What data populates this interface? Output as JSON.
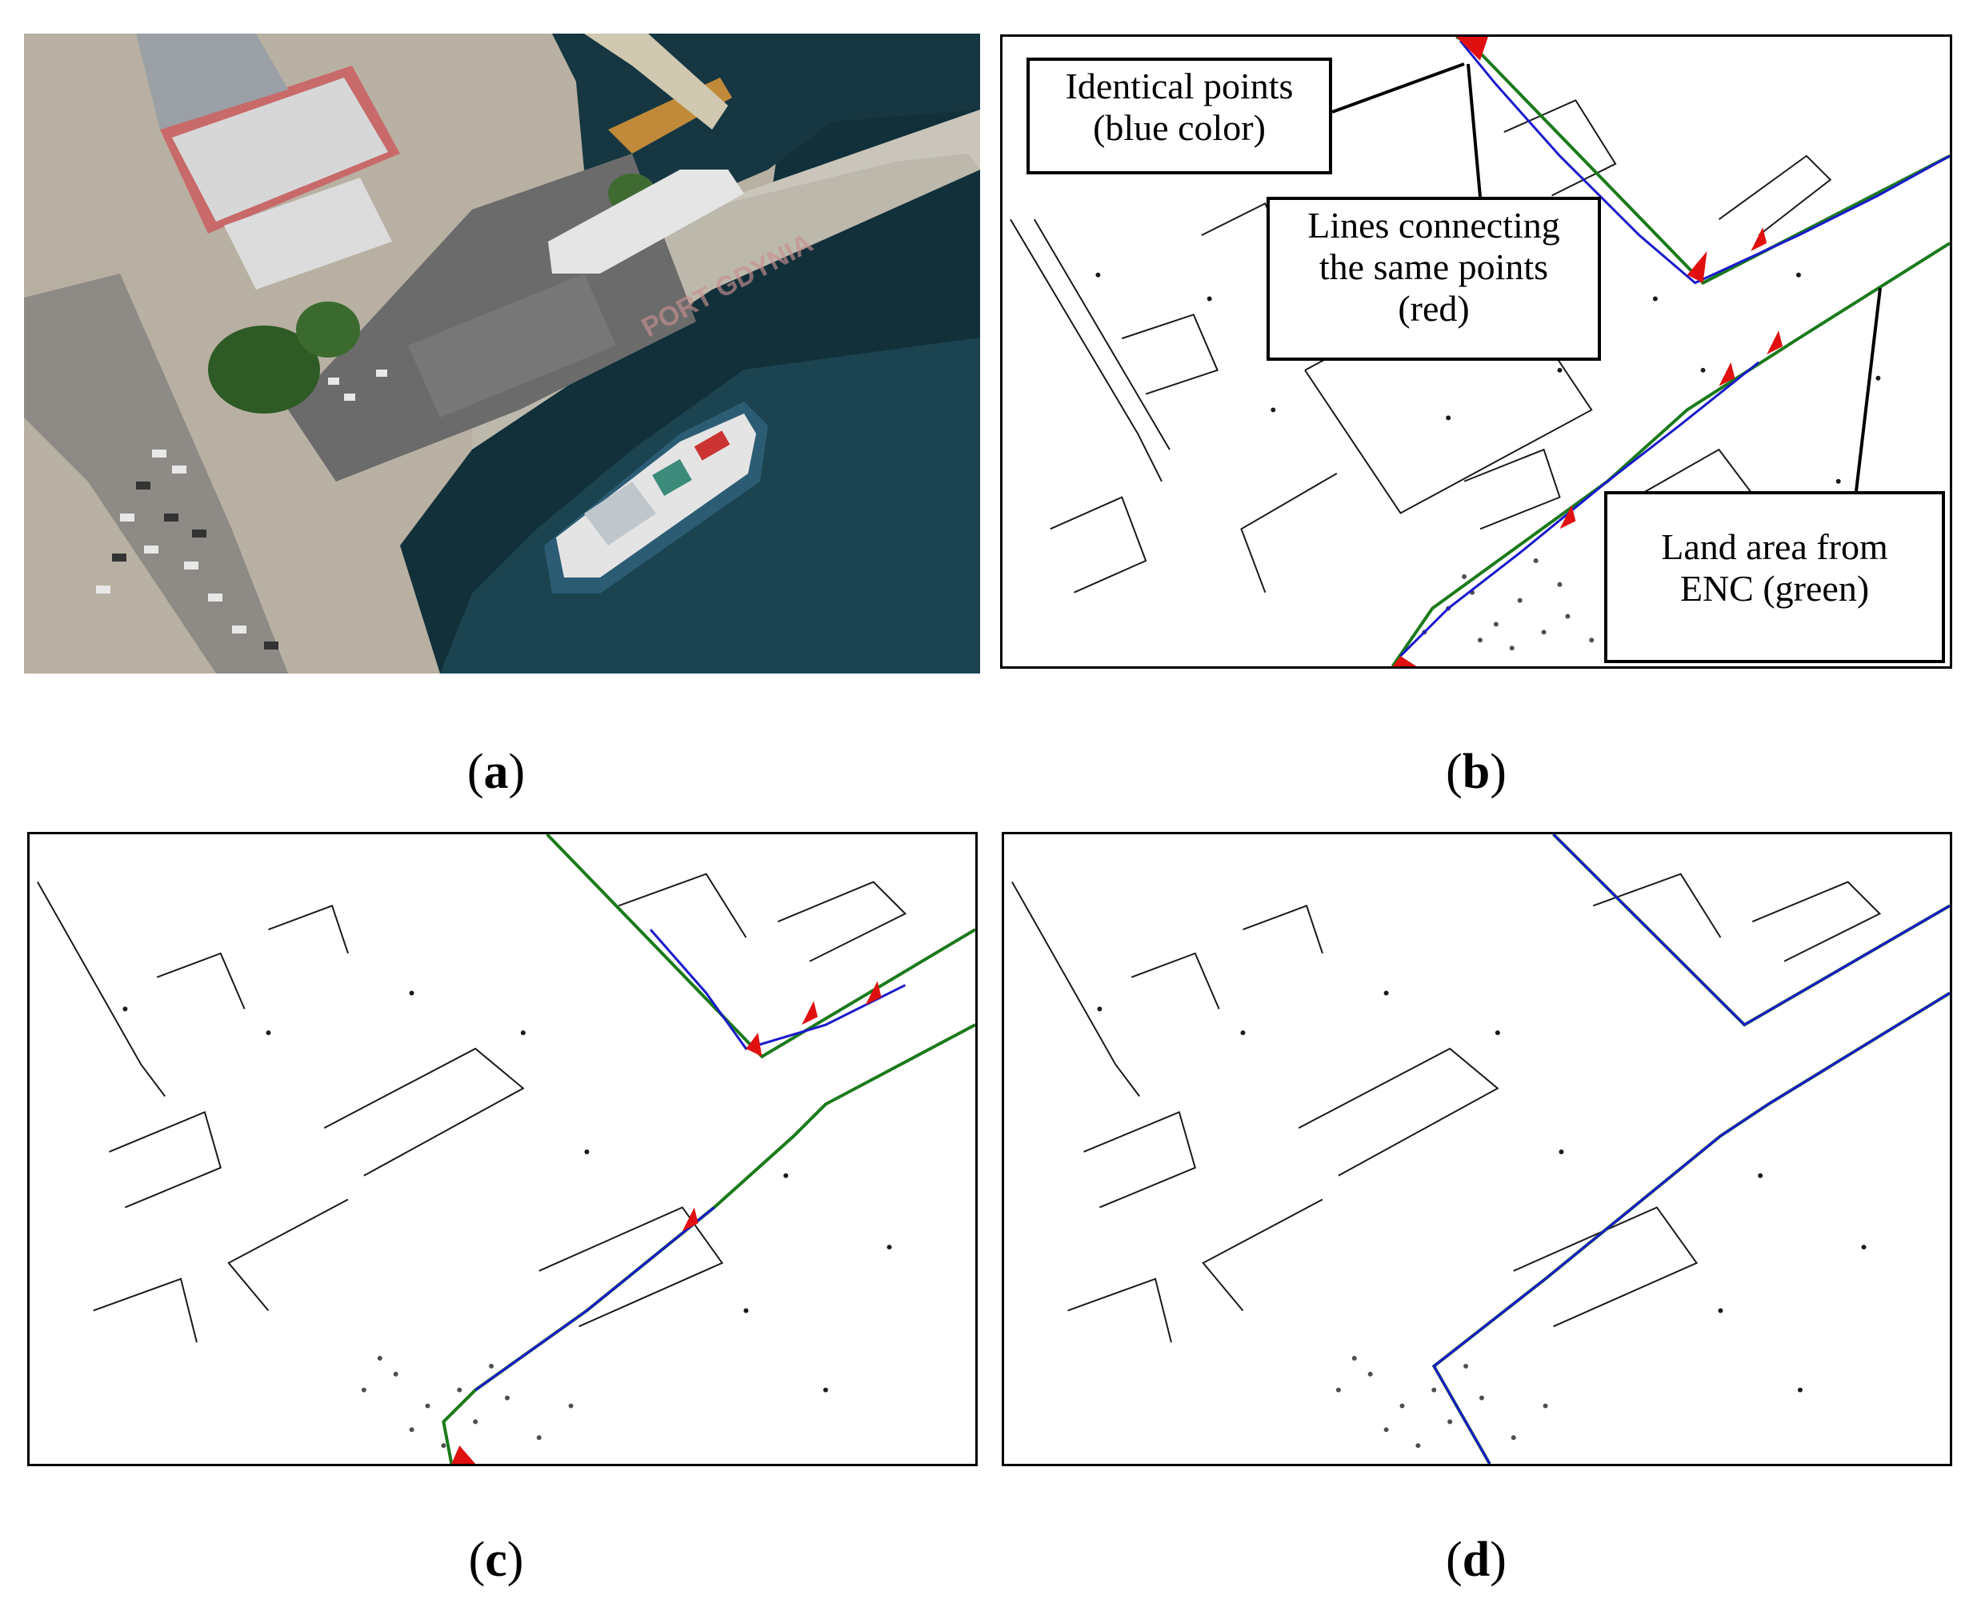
{
  "figure": {
    "panels": [
      {
        "id": "a",
        "kind": "aerial-photo",
        "caption": "(a)",
        "caption_letter": "a",
        "photo_text": "PORT GDYNIA"
      },
      {
        "id": "b",
        "kind": "edge-map-with-annotations",
        "caption": "(b)",
        "caption_letter": "b"
      },
      {
        "id": "c",
        "kind": "edge-map",
        "caption": "(c)",
        "caption_letter": "c"
      },
      {
        "id": "d",
        "kind": "edge-map",
        "caption": "(d)",
        "caption_letter": "d"
      }
    ],
    "annotations": {
      "identical_points": {
        "line1": "Identical points",
        "line2": "(blue color)"
      },
      "lines_connecting": {
        "line1": "Lines connecting",
        "line2": "the same points",
        "line3": "(red)"
      },
      "land_area": {
        "line1": "Land area from",
        "line2": "ENC (green)"
      }
    },
    "colors": {
      "identical_points": "#1a1acc",
      "connecting_lines": "#e01010",
      "land_area": "#1a7a1a",
      "edges": "#1a1a1a",
      "water": "#0f2a33"
    }
  }
}
